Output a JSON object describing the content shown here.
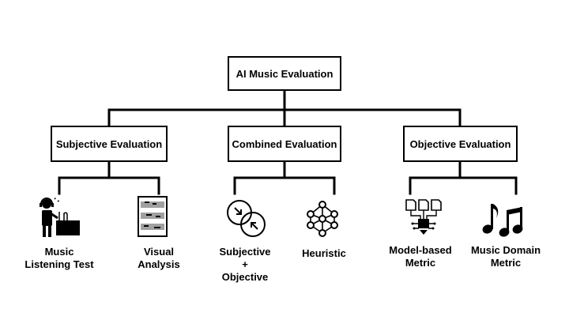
{
  "root": {
    "label": "AI Music Evaluation"
  },
  "categories": [
    {
      "label": "Subjective Evaluation",
      "children": [
        {
          "label": "Music\nListening Test",
          "icon": "listener-headphones-icon"
        },
        {
          "label": "Visual\nAnalysis",
          "icon": "sheet-music-icon"
        }
      ]
    },
    {
      "label": "Combined Evaluation",
      "children": [
        {
          "label": "Subjective\n+\nObjective",
          "icon": "overlapping-circles-icon"
        },
        {
          "label": "Heuristic",
          "icon": "neural-network-icon"
        }
      ]
    },
    {
      "label": "Objective Evaluation",
      "children": [
        {
          "label": "Model-based\nMetric",
          "icon": "model-documents-icon"
        },
        {
          "label": "Music Domain\nMetric",
          "icon": "music-notes-icon"
        }
      ]
    }
  ],
  "colors": {
    "line": "#000000",
    "background": "#ffffff"
  }
}
